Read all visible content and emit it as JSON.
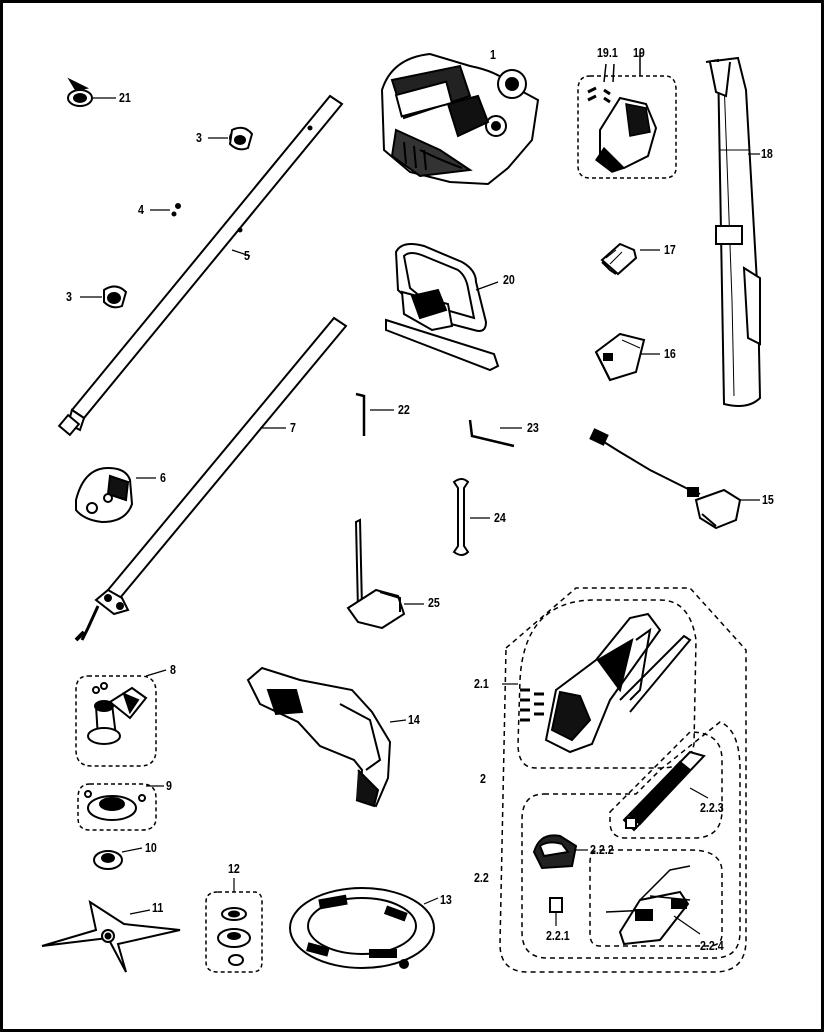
{
  "callouts": {
    "c1": "1",
    "c19_1": "19.1",
    "c19": "19",
    "c18": "18",
    "c21": "21",
    "c3a": "3",
    "c3b": "3",
    "c4": "4",
    "c5": "5",
    "c20": "20",
    "c17": "17",
    "c16": "16",
    "c22": "22",
    "c23": "23",
    "c7": "7",
    "c15": "15",
    "c6": "6",
    "c24": "24",
    "c25": "25",
    "c2_1": "2.1",
    "c8": "8",
    "c14": "14",
    "c2": "2",
    "c9": "9",
    "c2_2_3": "2.2.3",
    "c10": "10",
    "c2_2_2": "2.2.2",
    "c2_2": "2.2",
    "c12": "12",
    "c11": "11",
    "c13": "13",
    "c2_2_1": "2.2.1",
    "c2_2_4": "2.2.4"
  }
}
